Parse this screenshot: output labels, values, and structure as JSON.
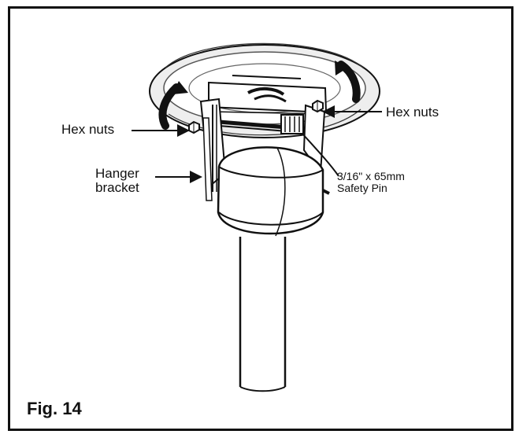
{
  "labels": {
    "hex_nuts_left": "Hex nuts",
    "hex_nuts_right": "Hex nuts",
    "hanger_bracket_line1": "Hanger",
    "hanger_bracket_line2": "bracket",
    "safety_pin_line1": "3/16\" x 65mm",
    "safety_pin_line2": "Safety Pin"
  },
  "figure": {
    "caption": "Fig. 14"
  },
  "colors": {
    "line": "#111111",
    "light_line": "#666666",
    "shade": "#d8d8d8"
  }
}
